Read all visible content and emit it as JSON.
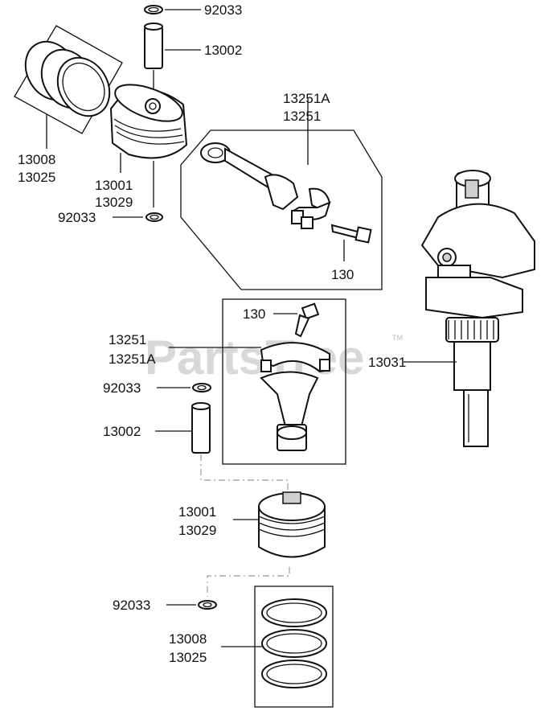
{
  "watermark": "PartsTree",
  "watermark_tm": "TM",
  "labels": {
    "snap_ring_top": "92033",
    "pin_top": "13002",
    "rings_top_1": "13008",
    "rings_top_2": "13025",
    "piston_top_1": "13001",
    "piston_top_2": "13029",
    "snap_ring_mid": "92033",
    "rod_top_1": "13251A",
    "rod_top_2": "13251",
    "bolt_top": "130",
    "crankshaft": "13031",
    "bolt_bottom": "130",
    "rod_bottom_1": "13251",
    "rod_bottom_2": "13251A",
    "snap_ring_bottom_a": "92033",
    "pin_bottom": "13002",
    "piston_bottom_1": "13001",
    "piston_bottom_2": "13029",
    "snap_ring_bottom_b": "92033",
    "rings_bottom_1": "13008",
    "rings_bottom_2": "13025"
  }
}
